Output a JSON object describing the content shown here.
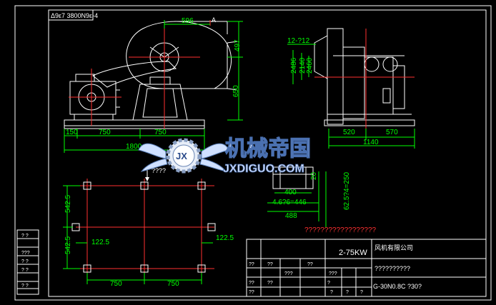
{
  "drawing": {
    "top_left_code": "Δ9ε7 3800Ν9ε-4",
    "section_mark": "A"
  },
  "dims": {
    "front": {
      "d596": "596",
      "d497": "497",
      "d650": "650",
      "d150": "150",
      "d750a": "750",
      "d750b": "750",
      "d1800": "1800"
    },
    "side": {
      "d12_912": "12-?12",
      "d2486": "2486",
      "d2140": "2140",
      "d2460": "2460",
      "d520": "520",
      "d570": "570",
      "d1140": "1140"
    },
    "duct": {
      "d400": "400",
      "d466": "4.6?6=446",
      "d488": "488",
      "d250": "62.5?4=250",
      "d20": "20",
      "unk": "??????????????????"
    },
    "plan": {
      "label": "????",
      "d542a": "542.5",
      "d542b": "542.5",
      "d1225a": "122.5",
      "d1225b": "122.5",
      "d750a": "750",
      "d750b": "750"
    }
  },
  "watermark": {
    "brand": "机械帝国",
    "domain": "JXDIGUO.COM",
    "logo_letters": "JX"
  },
  "title_block": {
    "model": "2-75KW",
    "company": "风机有限公司",
    "drawing_name": "??????????",
    "drawing_no": "G-30N0.8C ?30?",
    "cells": [
      "??",
      "??",
      "???",
      "???",
      "??",
      "??",
      "??",
      "??",
      "?",
      "?",
      "?",
      "?"
    ]
  },
  "revision_block": {
    "cells": [
      "?  ?",
      "???",
      "? ?",
      "? ?",
      "? ?"
    ]
  }
}
